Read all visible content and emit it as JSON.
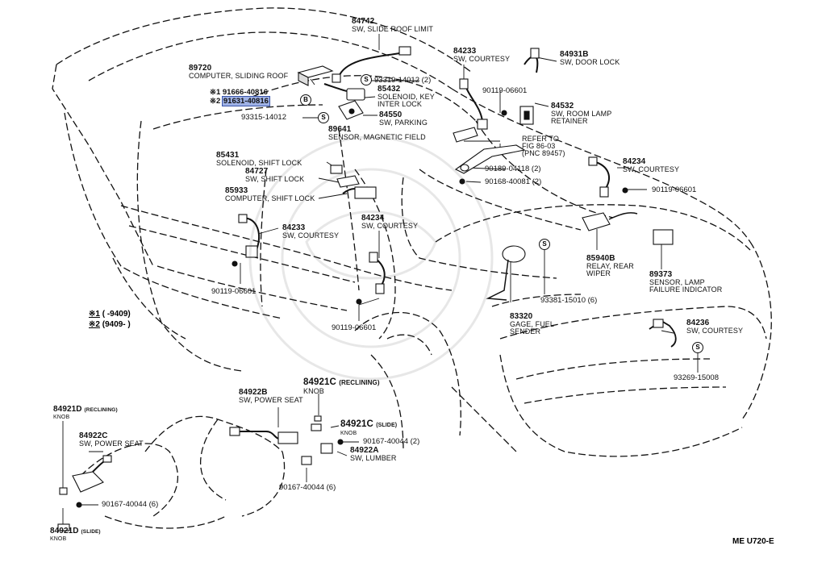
{
  "labels": [
    {
      "id": "84742",
      "part": "84742",
      "name": "SW, SLIDE ROOF LIMIT"
    },
    {
      "id": "84233a",
      "part": "84233",
      "name": "SW, COURTESY"
    },
    {
      "id": "84931B",
      "part": "84931B",
      "name": "SW, DOOR LOCK"
    },
    {
      "id": "89720",
      "part": "89720",
      "name": "COMPUTER, SLIDING ROOF"
    },
    {
      "id": "85432",
      "part": "85432",
      "name": "SOLENOID, KEY\nINTER LOCK"
    },
    {
      "id": "84550",
      "part": "84550",
      "name": "SW, PARKING"
    },
    {
      "id": "84532",
      "part": "84532",
      "name": "SW, ROOM LAMP\nRETAINER"
    },
    {
      "id": "89641",
      "part": "89641",
      "name": "SENSOR, MAGNETIC FIELD"
    },
    {
      "id": "refer",
      "part": "",
      "name": "REFER TO\nFIG 86-03\n(PNC 89457)"
    },
    {
      "id": "85431",
      "part": "85431",
      "name": "SOLENOID, SHIFT LOCK"
    },
    {
      "id": "84727",
      "part": "84727",
      "name": "SW, SHIFT LOCK"
    },
    {
      "id": "85933",
      "part": "85933",
      "name": "COMPUTER, SHIFT LOCK"
    },
    {
      "id": "84234a",
      "part": "84234",
      "name": "SW, COURTESY"
    },
    {
      "id": "84233b",
      "part": "84233",
      "name": "SW, COURTESY"
    },
    {
      "id": "84234b",
      "part": "84234",
      "name": "SW, COURTESY"
    },
    {
      "id": "85940B",
      "part": "85940B",
      "name": "RELAY, REAR\nWIPER"
    },
    {
      "id": "89373",
      "part": "89373",
      "name": "SENSOR, LAMP\nFAILURE INDICATOR"
    },
    {
      "id": "83320",
      "part": "83320",
      "name": "GAGE, FUEL\nSENDER"
    },
    {
      "id": "84236",
      "part": "84236",
      "name": "SW, COURTESY"
    },
    {
      "id": "84922B",
      "part": "84922B",
      "name": "SW, POWER SEAT"
    },
    {
      "id": "84921Ca",
      "part": "84921C",
      "suffix": "(RECLINING)",
      "name": "KNOB"
    },
    {
      "id": "84921Cb",
      "part": "84921C",
      "suffix": "(SLIDE)",
      "name": "KNOB"
    },
    {
      "id": "84922A",
      "part": "84922A",
      "name": "SW, LUMBER"
    },
    {
      "id": "84921Da",
      "part": "84921D",
      "suffix": "(RECLINING)",
      "name": "KNOB"
    },
    {
      "id": "84922C",
      "part": "84922C",
      "name": "SW, POWER SEAT"
    },
    {
      "id": "84921Db",
      "part": "84921D",
      "suffix": "(SLIDE)",
      "name": "KNOB"
    }
  ],
  "inline_parts": [
    {
      "id": "93319",
      "text": "93319-14012 (2)"
    },
    {
      "id": "90119a",
      "text": "90119-06601"
    },
    {
      "id": "91666",
      "text": "※1 91666-40816"
    },
    {
      "id": "91631",
      "text": "91631-40816",
      "prefix": "※2 "
    },
    {
      "id": "93315",
      "text": "93315-14012"
    },
    {
      "id": "90189",
      "text": "90189-04118 (2)"
    },
    {
      "id": "90168",
      "text": "90168-40081 (2)"
    },
    {
      "id": "90119b",
      "text": "90119-06601"
    },
    {
      "id": "90119c",
      "text": "90119-06601"
    },
    {
      "id": "90119d",
      "text": "90119-06601"
    },
    {
      "id": "93381",
      "text": "93381-15010 (6)"
    },
    {
      "id": "93269",
      "text": "93269-15008"
    },
    {
      "id": "90167a",
      "text": "90167-40044 (2)"
    },
    {
      "id": "90167b",
      "text": "90167-40044 (6)"
    },
    {
      "id": "90167c",
      "text": "90167-40044 (6)"
    }
  ],
  "notes": {
    "n1_mark": "※1",
    "n1_text": "(     -9409)",
    "n2_mark": "※2",
    "n2_text": "(9409-       )"
  },
  "callout_letters": {
    "s": "S",
    "b": "B"
  },
  "diagram_code": "ME  U720-E",
  "colors": {
    "ink": "#111111",
    "highlight": "#9fb2e6"
  }
}
